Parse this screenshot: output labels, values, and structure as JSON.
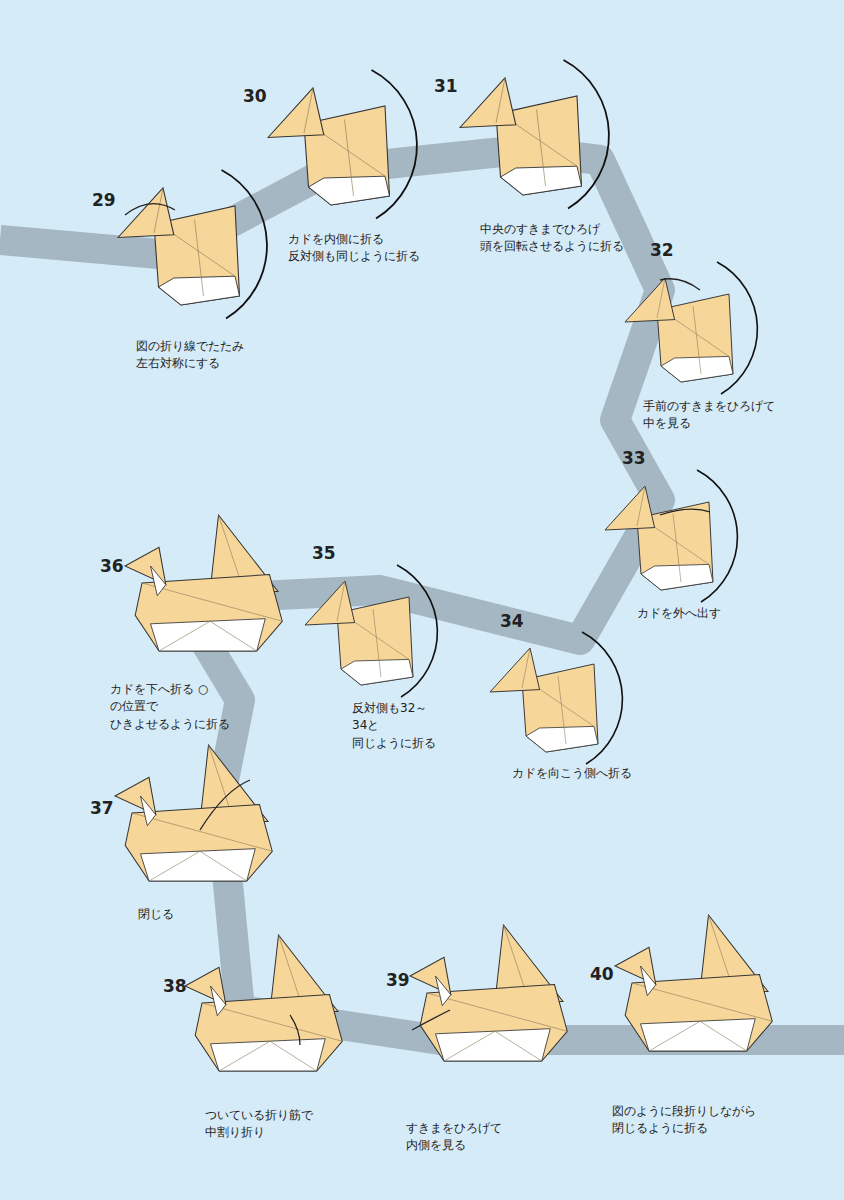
{
  "diagram": {
    "labels": [
      "29",
      "図の折り線でたたみ 左右対称にする",
      "30",
      "カドを内側に折る 反対側も同じように折る",
      "31",
      "中央のすきまでひろげ 頭を回転させるように折る",
      "32",
      "手前のすきまをひろげて 中を見る",
      "33",
      "カドを外へ出す",
      "34",
      "カドを向こう側へ折る",
      "35",
      "反対側も32～34と 同じように折る",
      "36",
      "カドを下へ折る ○の位置で ひきよせるように折る",
      "37",
      "閉じる",
      "38",
      "ついている折り筋で 中割り折り",
      "39",
      "すきまをひろげて 内側を見る",
      "40",
      "図のように段折りしながら 閉じるように折る"
    ]
  }
}
